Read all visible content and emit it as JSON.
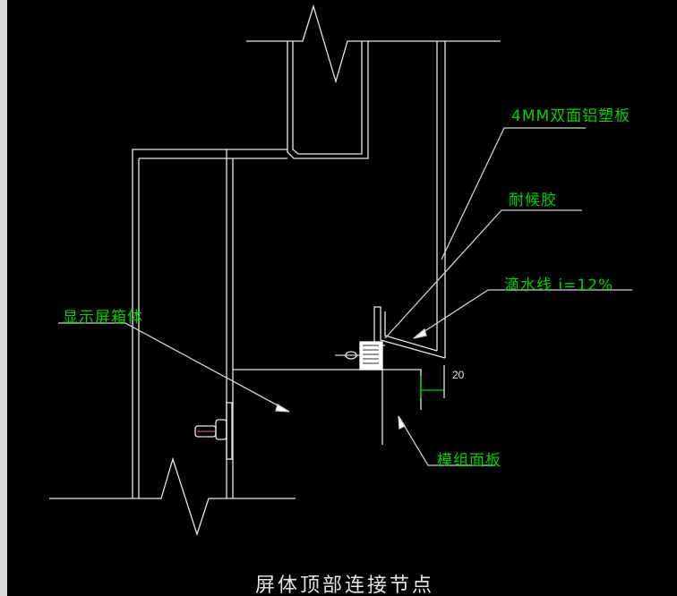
{
  "drawing": {
    "title": "屏体顶部连接节点",
    "labels": {
      "panel": "4MM双面铝塑板",
      "sealant": "耐候胶",
      "drip": "滴水线 i=12%",
      "cabinet": "显示屏箱体",
      "module": "模组面板"
    },
    "dimension": "20",
    "colors": {
      "line": "#e6e6e6",
      "annotation": "#00d000",
      "background": "#000000"
    }
  }
}
